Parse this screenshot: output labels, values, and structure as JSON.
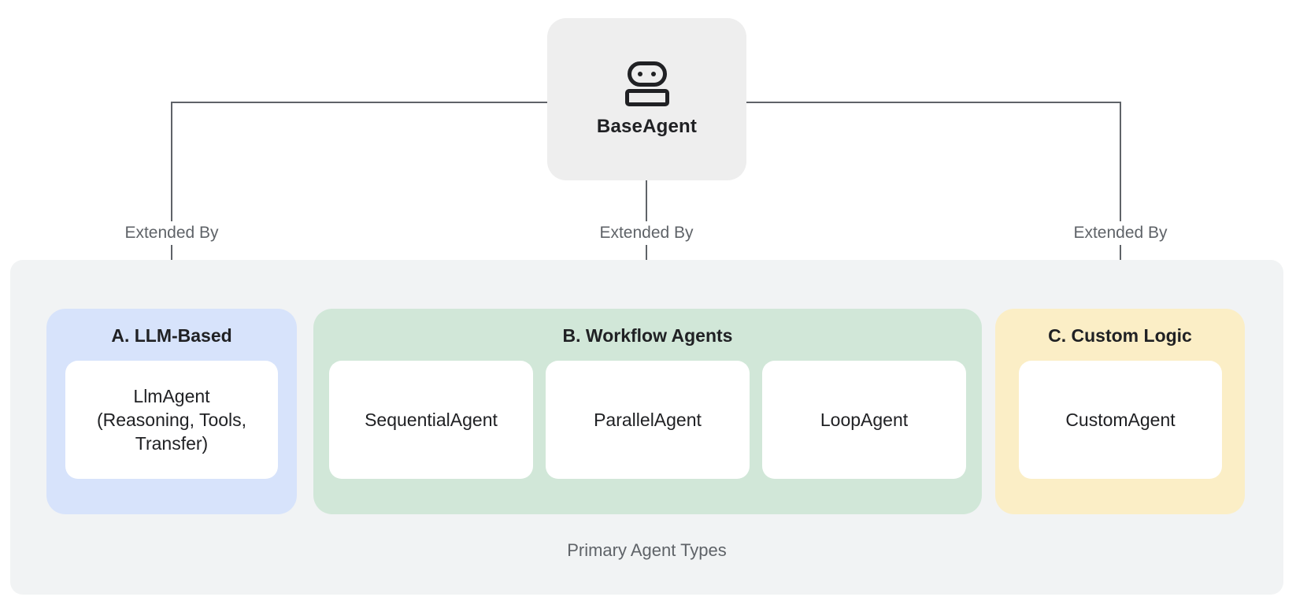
{
  "root": {
    "label": "BaseAgent",
    "icon": "robot-icon"
  },
  "edges": [
    {
      "label": "Extended By"
    },
    {
      "label": "Extended By"
    },
    {
      "label": "Extended By"
    }
  ],
  "container": {
    "caption": "Primary Agent Types",
    "groups": [
      {
        "title": "A. LLM-Based",
        "color": "#d7e3fb",
        "cards": [
          "LlmAgent\n(Reasoning, Tools,\nTransfer)"
        ]
      },
      {
        "title": "B. Workflow Agents",
        "color": "#d1e7d8",
        "cards": [
          "SequentialAgent",
          "ParallelAgent",
          "LoopAgent"
        ]
      },
      {
        "title": "C. Custom Logic",
        "color": "#fbeec6",
        "cards": [
          "CustomAgent"
        ]
      }
    ]
  },
  "colors": {
    "background": "#ffffff",
    "container_bg": "#f1f3f4",
    "root_node_bg": "#eeeeee",
    "card_bg": "#ffffff",
    "connector": "#5f6368",
    "heading_text": "#202124",
    "muted_text": "#5f6368"
  }
}
